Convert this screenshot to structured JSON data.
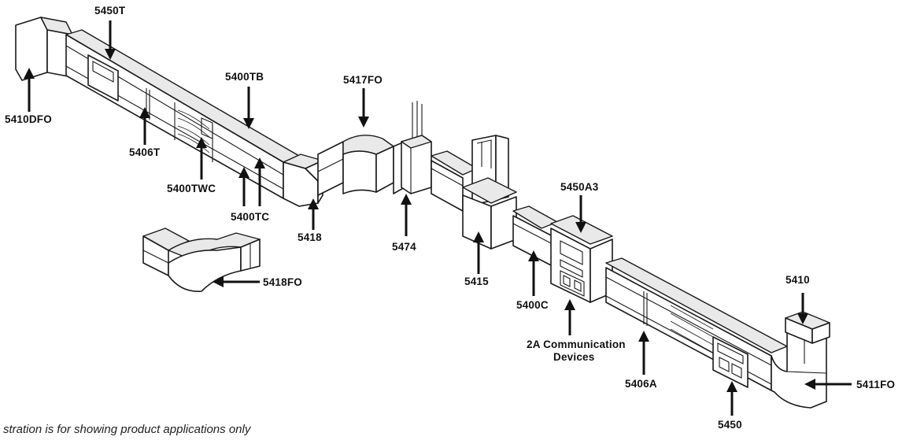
{
  "labels": {
    "5450T": "5450T",
    "5410DFO": "5410DFO",
    "5406T": "5406T",
    "5400TWC": "5400TWC",
    "5400TB": "5400TB",
    "5400TC": "5400TC",
    "5418": "5418",
    "5417FO": "5417FO",
    "5418FO": "5418FO",
    "5474": "5474",
    "5415": "5415",
    "5400C": "5400C",
    "5450A3": "5450A3",
    "comm_line1": "2A Communication",
    "comm_line2": "Devices",
    "5406A": "5406A",
    "5410": "5410",
    "5411FO": "5411FO",
    "5450": "5450"
  },
  "disclaimer": "stration is for showing product applications only"
}
